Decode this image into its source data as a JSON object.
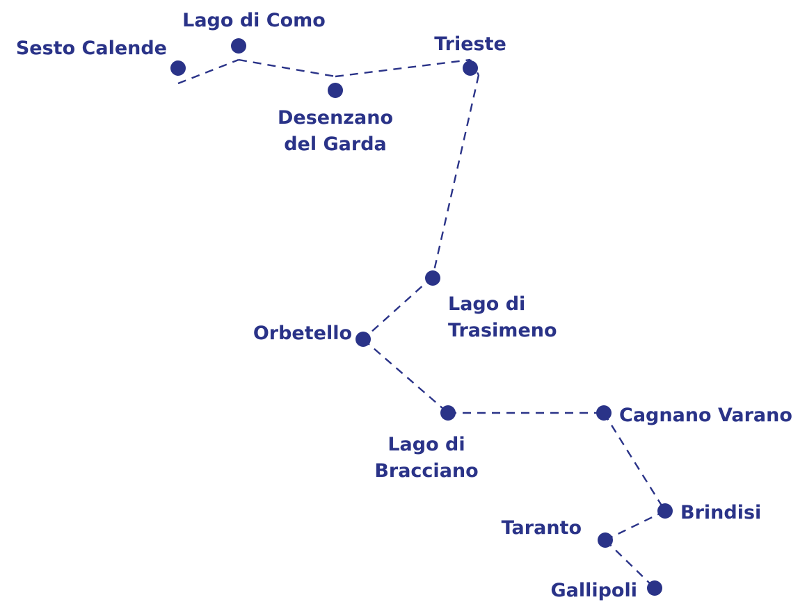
{
  "map": {
    "colors": {
      "route": "#2a3388",
      "text": "#2a3388",
      "background": "#ffffff"
    },
    "stops": [
      {
        "id": "sesto-calende",
        "label_lines": [
          "Sesto Calende"
        ]
      },
      {
        "id": "lago-di-como",
        "label_lines": [
          "Lago di Como"
        ]
      },
      {
        "id": "desenzano-del-garda",
        "label_lines": [
          "Desenzano",
          "del Garda"
        ]
      },
      {
        "id": "trieste",
        "label_lines": [
          "Trieste"
        ]
      },
      {
        "id": "lago-di-trasimeno",
        "label_lines": [
          "Lago di",
          "Trasimeno"
        ]
      },
      {
        "id": "orbetello",
        "label_lines": [
          "Orbetello"
        ]
      },
      {
        "id": "lago-di-bracciano",
        "label_lines": [
          "Lago di",
          "Bracciano"
        ]
      },
      {
        "id": "cagnano-varano",
        "label_lines": [
          "Cagnano Varano"
        ]
      },
      {
        "id": "brindisi",
        "label_lines": [
          "Brindisi"
        ]
      },
      {
        "id": "taranto",
        "label_lines": [
          "Taranto"
        ]
      },
      {
        "id": "gallipoli",
        "label_lines": [
          "Gallipoli"
        ]
      }
    ]
  }
}
